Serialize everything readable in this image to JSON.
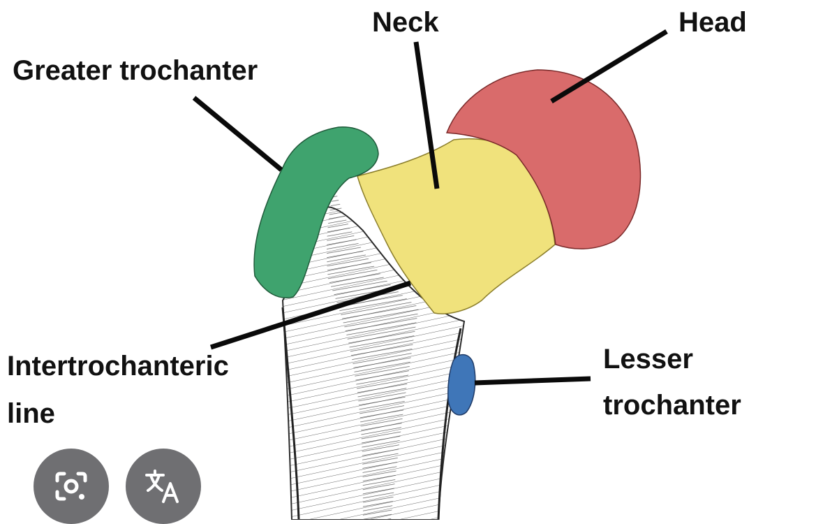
{
  "labels": {
    "neck": "Neck",
    "head": "Head",
    "greater_trochanter": "Greater trochanter",
    "intertrochanteric_line_1": "Intertrochanteric",
    "intertrochanteric_line_2": "line",
    "lesser_trochanter_1": "Lesser",
    "lesser_trochanter_2": "trochanter"
  },
  "colors": {
    "head": "#d96b6b",
    "neck": "#f0e27c",
    "greater_trochanter": "#3fa36e",
    "lesser_trochanter": "#3f76b8",
    "bone_line": "#2a2a2a",
    "leader_line": "#0a0a0a",
    "button_bg": "#6f6f72"
  },
  "buttons": [
    {
      "name": "lens-button",
      "icon": "camera-search-icon"
    },
    {
      "name": "translate-button",
      "icon": "translate-icon"
    }
  ]
}
